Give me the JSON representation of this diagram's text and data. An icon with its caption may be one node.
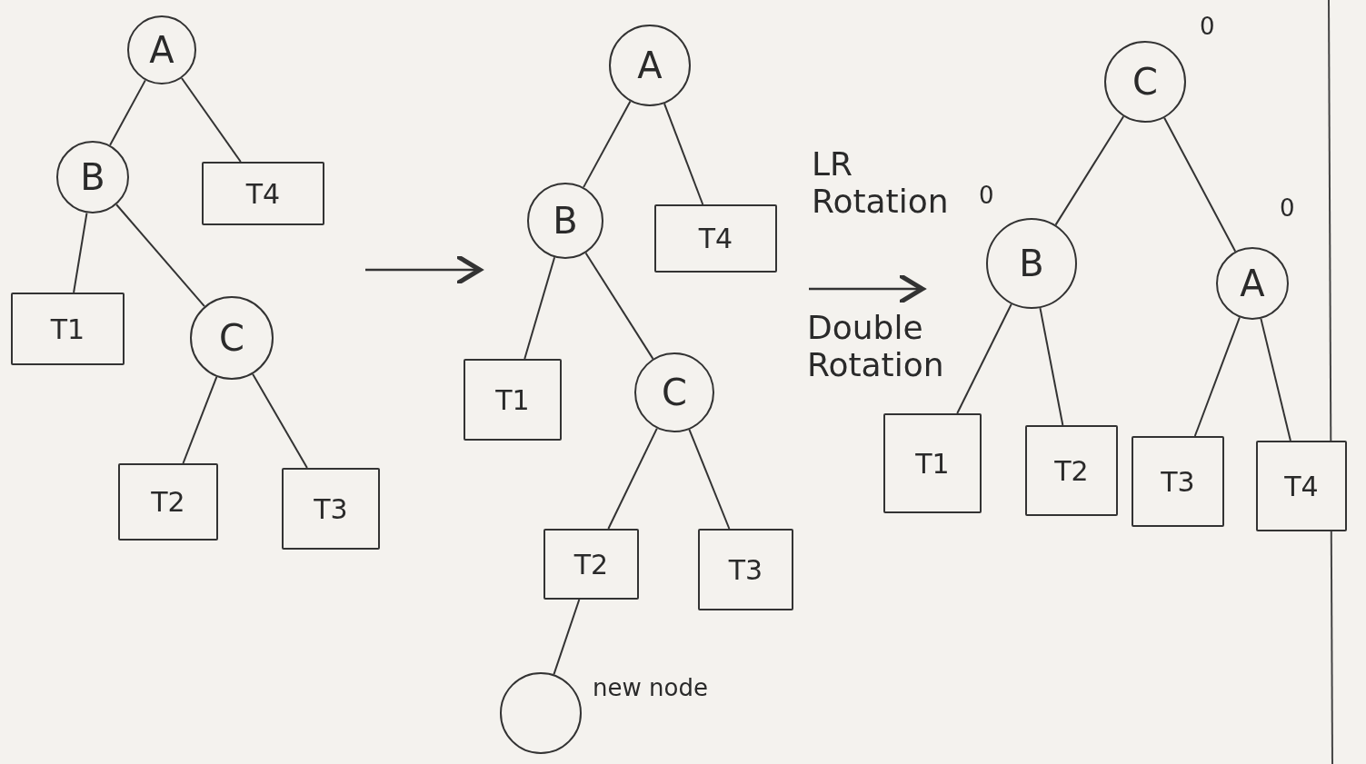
{
  "diagram": {
    "nodes": [
      {
        "text": [
          "A"
        ]
      },
      {
        "text": [
          "B"
        ]
      },
      {
        "text": [
          "T4"
        ]
      },
      {
        "text": [
          "T1"
        ]
      },
      {
        "text": [
          "C"
        ]
      },
      {
        "text": [
          "T2"
        ]
      },
      {
        "text": [
          "T3"
        ]
      },
      {
        "text": [
          "A"
        ]
      },
      {
        "text": [
          "B"
        ]
      },
      {
        "text": [
          "T4"
        ]
      },
      {
        "text": [
          "T1"
        ]
      },
      {
        "text": [
          "C"
        ]
      },
      {
        "text": [
          "T2"
        ]
      },
      {
        "text": [
          "T3"
        ]
      },
      {
        "text": [],
        "shape": "circle",
        "beside": [
          "new node"
        ]
      },
      {
        "text": [
          "C"
        ],
        "beside": [
          "0"
        ]
      },
      {
        "text": [
          "B"
        ],
        "beside": [
          "0"
        ]
      },
      {
        "text": [
          "A"
        ],
        "beside": [
          "0"
        ]
      },
      {
        "text": [
          "T1"
        ]
      },
      {
        "text": [
          "T2"
        ]
      },
      {
        "text": [
          "T3"
        ]
      },
      {
        "text": [
          "T4"
        ]
      }
    ],
    "edges": [
      {
        "from": 0,
        "to": 1,
        "arrow": "none"
      },
      {
        "from": 0,
        "to": 2,
        "arrow": "none"
      },
      {
        "from": 1,
        "to": 3,
        "arrow": "none"
      },
      {
        "from": 1,
        "to": 4,
        "arrow": "none"
      },
      {
        "from": 4,
        "to": 5,
        "arrow": "none"
      },
      {
        "from": 4,
        "to": 6,
        "arrow": "none"
      },
      {
        "from": 7,
        "to": 8,
        "arrow": "none"
      },
      {
        "from": 7,
        "to": 9,
        "arrow": "none"
      },
      {
        "from": 8,
        "to": 10,
        "arrow": "none"
      },
      {
        "from": 8,
        "to": 11,
        "arrow": "none"
      },
      {
        "from": 11,
        "to": 12,
        "arrow": "none"
      },
      {
        "from": 11,
        "to": 13,
        "arrow": "none"
      },
      {
        "from": 12,
        "to": 14,
        "arrow": "none"
      },
      {
        "from": 15,
        "to": 16,
        "arrow": "none"
      },
      {
        "from": 15,
        "to": 17,
        "arrow": "none"
      },
      {
        "from": 16,
        "to": 18,
        "arrow": "none"
      },
      {
        "from": 16,
        "to": 19,
        "arrow": "none"
      },
      {
        "from": 17,
        "to": 20,
        "arrow": "none"
      },
      {
        "from": 17,
        "to": 21,
        "arrow": "none"
      }
    ],
    "labels": [
      "LR Rotation",
      "Double Rotation"
    ]
  }
}
